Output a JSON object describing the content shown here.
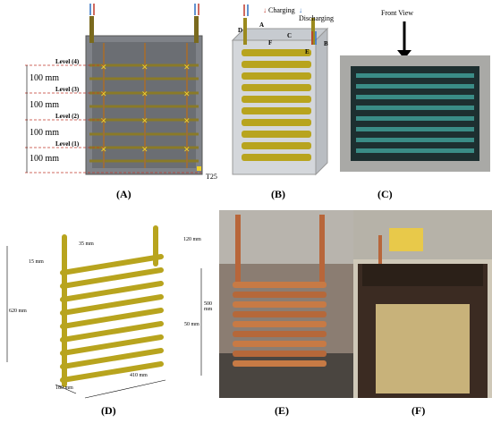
{
  "panels": {
    "A": {
      "label": "(A)",
      "levels": [
        "Level (4)",
        "Level (3)",
        "Level (2)",
        "Level (1)"
      ],
      "spacings": [
        "100 mm",
        "100 mm",
        "100 mm",
        "100 mm"
      ],
      "sensor": "T25"
    },
    "B": {
      "label": "(B)",
      "legend_charging": "Charging",
      "legend_discharging": "Discharging",
      "callouts": [
        "D",
        "A",
        "F",
        "C",
        "E",
        "B"
      ]
    },
    "C": {
      "label": "(C)",
      "front_view": "Front View"
    },
    "D": {
      "label": "(D)",
      "dims": [
        "35 mm",
        "120 mm",
        "15 mm",
        "620 mm",
        "500 mm",
        "50 mm",
        "180 mm",
        "410 mm"
      ]
    },
    "E": {
      "label": "(E)"
    },
    "F": {
      "label": "(F)"
    }
  },
  "colors": {
    "charging": "#c0392b",
    "discharging": "#2e6fc0",
    "tube": "#b8a41e",
    "copper": "#b8663a"
  }
}
